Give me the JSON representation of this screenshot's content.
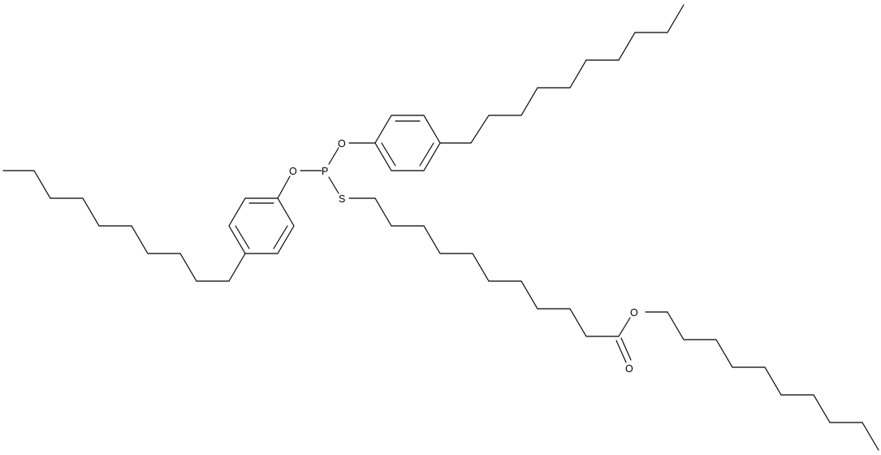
{
  "figure": {
    "type": "skeletal-structure",
    "stroke_color": "#000000",
    "background": "#ffffff",
    "atom_labels": {
      "P": "P",
      "S": "S",
      "O_phenoxy_top": "O",
      "O_phenoxy_left": "O",
      "O_ester": "O",
      "O_carbonyl": "O"
    }
  }
}
